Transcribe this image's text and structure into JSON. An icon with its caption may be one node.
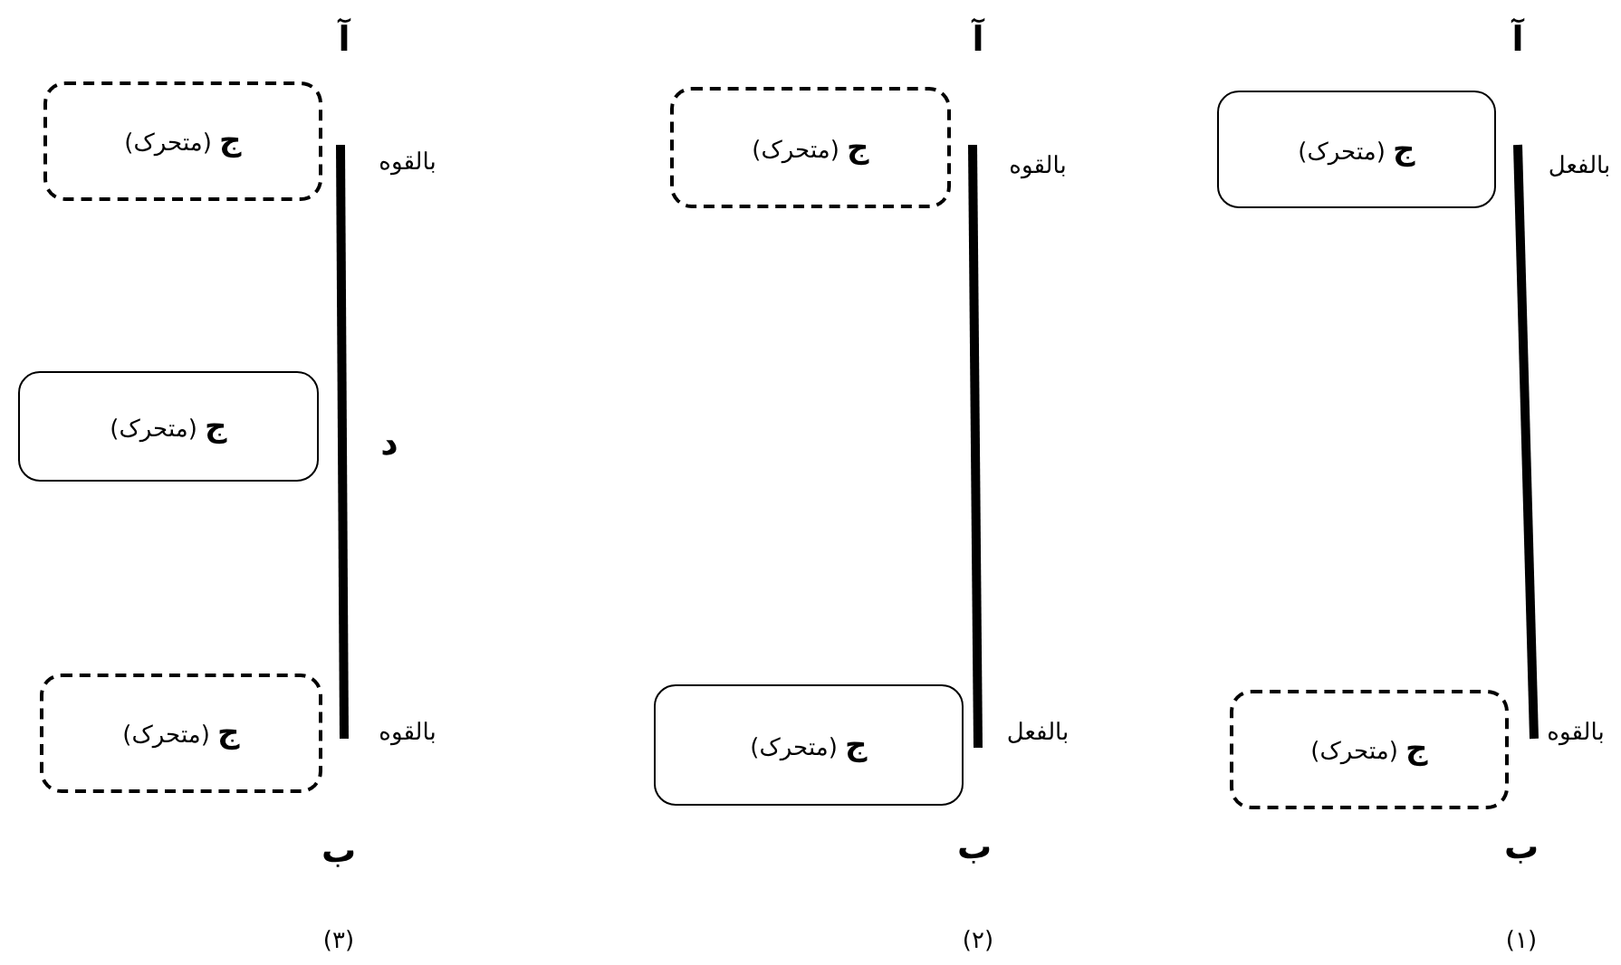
{
  "diagram": {
    "nodes": [
      {
        "text": [
          "**ج** (متحرک)"
        ]
      },
      {
        "text": [
          "**ج** (متحرک)"
        ]
      },
      {
        "text": [
          "**ج** (متحرک)"
        ]
      },
      {
        "text": [
          "**ج** (متحرک)"
        ]
      },
      {
        "text": [
          "**ج** (متحرک)"
        ]
      },
      {
        "text": [
          "**ج** (متحرک)"
        ]
      },
      {
        "text": [
          "**ج** (متحرک)"
        ]
      }
    ],
    "labels": [
      "آ",
      "بالفعل",
      "بالقوه",
      "ب",
      "(۱)",
      "آ",
      "بالقوه",
      "بالفعل",
      "ب",
      "(۲)",
      "آ",
      "بالقوه",
      "د",
      "بالقوه",
      "ب",
      "(۳)"
    ]
  }
}
